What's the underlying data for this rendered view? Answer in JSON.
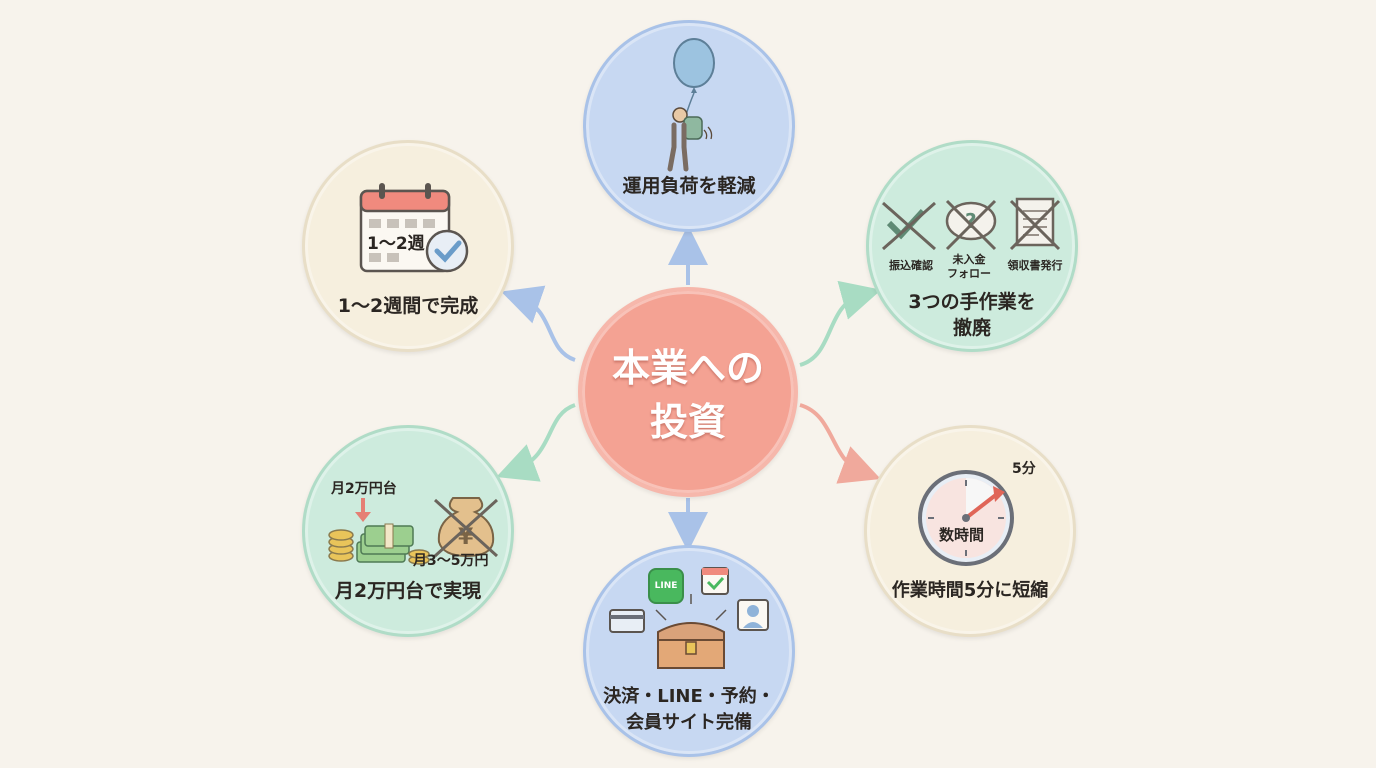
{
  "center": {
    "line1": "本業への",
    "line2": "投資"
  },
  "nodes": {
    "top": {
      "label": "運用負荷を軽減"
    },
    "top_left": {
      "label": "1〜2週間で完成",
      "calendar_text": "1〜2週"
    },
    "top_right": {
      "line1": "3つの手作業を",
      "line2": "撤廃",
      "items": [
        "振込確認",
        "未入金\nフォロー",
        "領収書発行"
      ]
    },
    "bottom_left": {
      "label": "月2万円台で実現",
      "before": "月3〜5万円",
      "after": "月2万円台"
    },
    "bottom_right": {
      "label": "作業時間5分に短縮",
      "clock_text": "数時間",
      "marker": "5分"
    },
    "bottom": {
      "line1": "決済・LINE・予約・",
      "line2": "会員サイト完備",
      "line_badge": "LINE"
    }
  },
  "colors": {
    "center": "#f4a293",
    "blue": "#c7d8f2",
    "green": "#cdebdd",
    "cream": "#f6efde",
    "arrow_blue": "#a9c2e8",
    "arrow_green": "#a8dcc3",
    "arrow_red": "#f0a99c"
  }
}
